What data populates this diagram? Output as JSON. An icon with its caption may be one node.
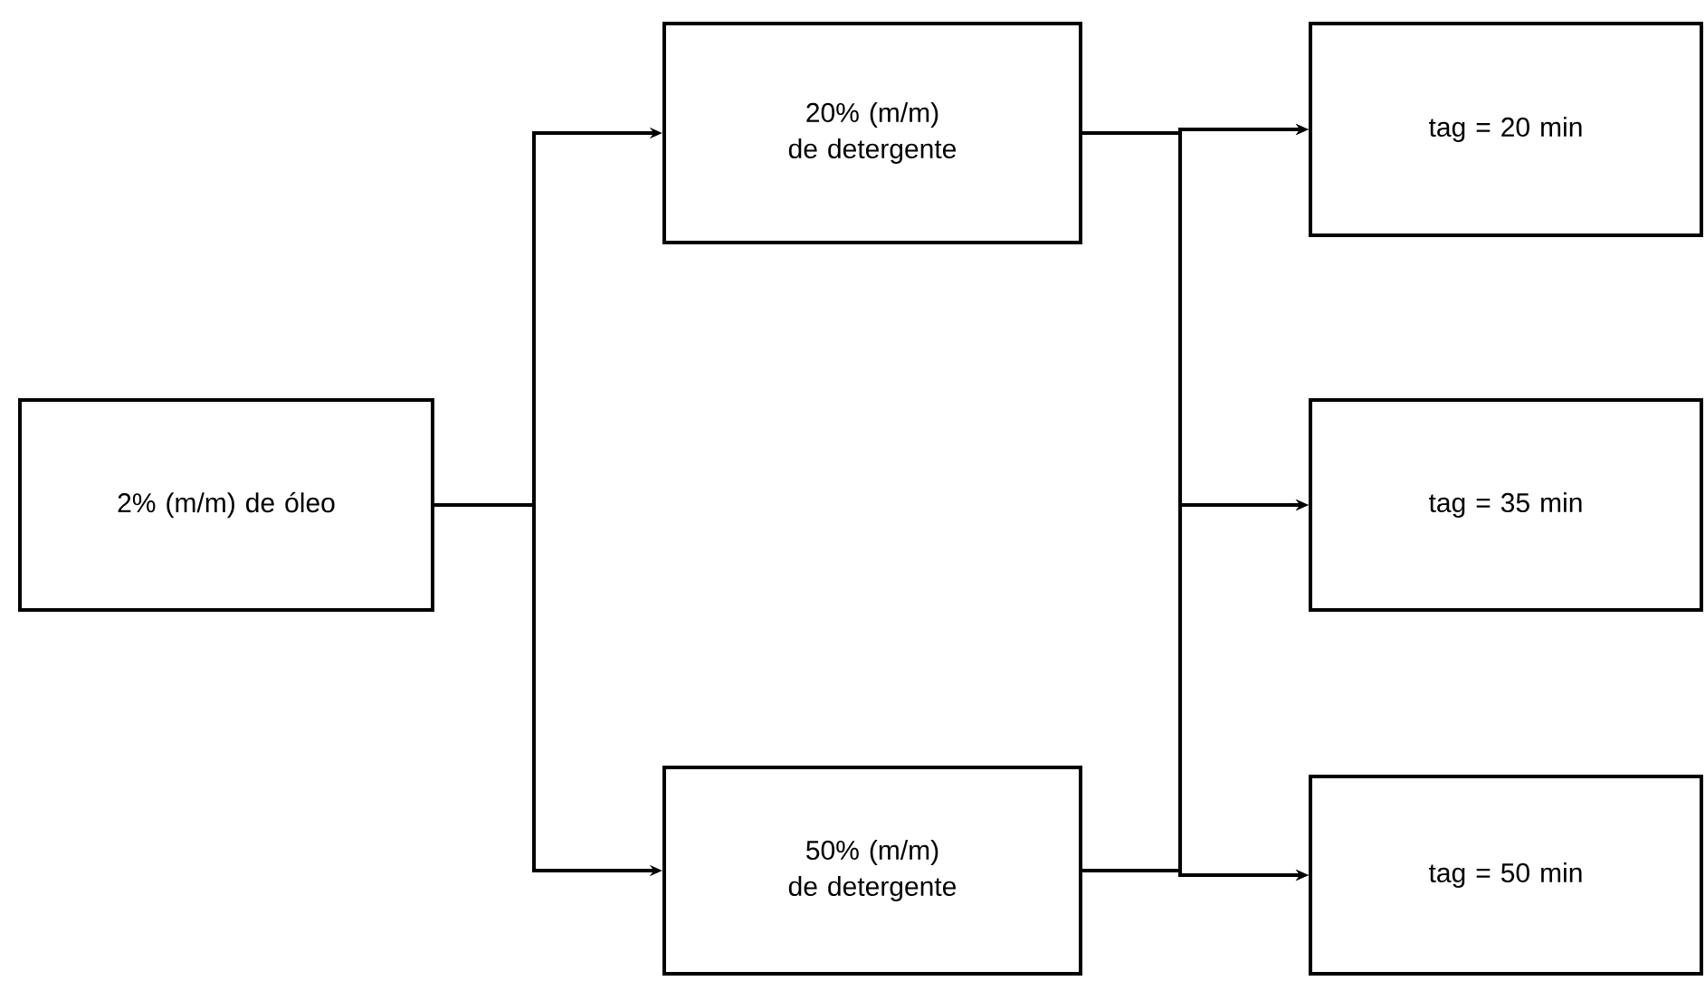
{
  "diagram": {
    "nodes": [
      {
        "text": [
          "2% (m/m) de óleo"
        ]
      },
      {
        "text": [
          "20% (m/m) de detergente"
        ]
      },
      {
        "text": [
          "50% (m/m) de detergente"
        ]
      },
      {
        "text": [
          "tag = 20 min"
        ]
      },
      {
        "text": [
          "tag = 35 min"
        ]
      },
      {
        "text": [
          "tag = 50 min"
        ]
      }
    ],
    "edges": [
      {
        "from": 0,
        "to": 1,
        "arrow": "to"
      },
      {
        "from": 0,
        "to": 2,
        "arrow": "to"
      },
      {
        "from": 1,
        "to": 3,
        "arrow": "to"
      },
      {
        "from": 1,
        "to": 4,
        "arrow": "to"
      },
      {
        "from": 1,
        "to": 5,
        "arrow": "to"
      },
      {
        "from": 2,
        "to": 3,
        "arrow": "to"
      },
      {
        "from": 2,
        "to": 4,
        "arrow": "to"
      },
      {
        "from": 2,
        "to": 5,
        "arrow": "to"
      }
    ]
  }
}
